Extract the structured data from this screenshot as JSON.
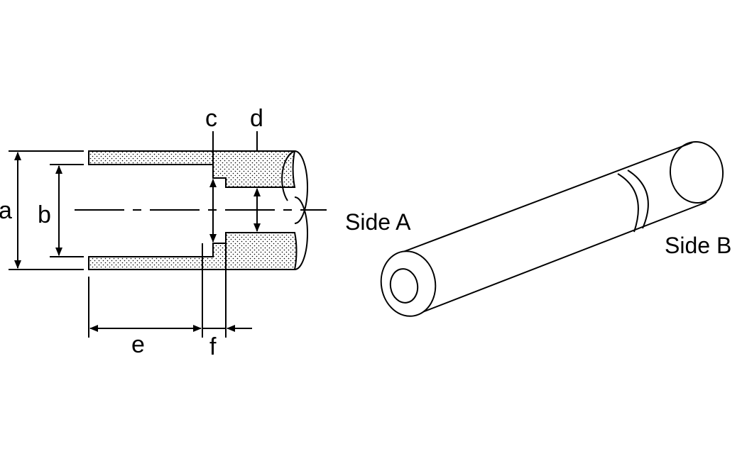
{
  "dimension_labels": {
    "a": "a",
    "b": "b",
    "c": "c",
    "d": "d",
    "e": "e",
    "f": "f"
  },
  "side_labels": {
    "side_a": "Side A",
    "side_b": "Side B"
  },
  "colors": {
    "line": "#000000",
    "background": "#ffffff",
    "stipple": "#000000"
  }
}
